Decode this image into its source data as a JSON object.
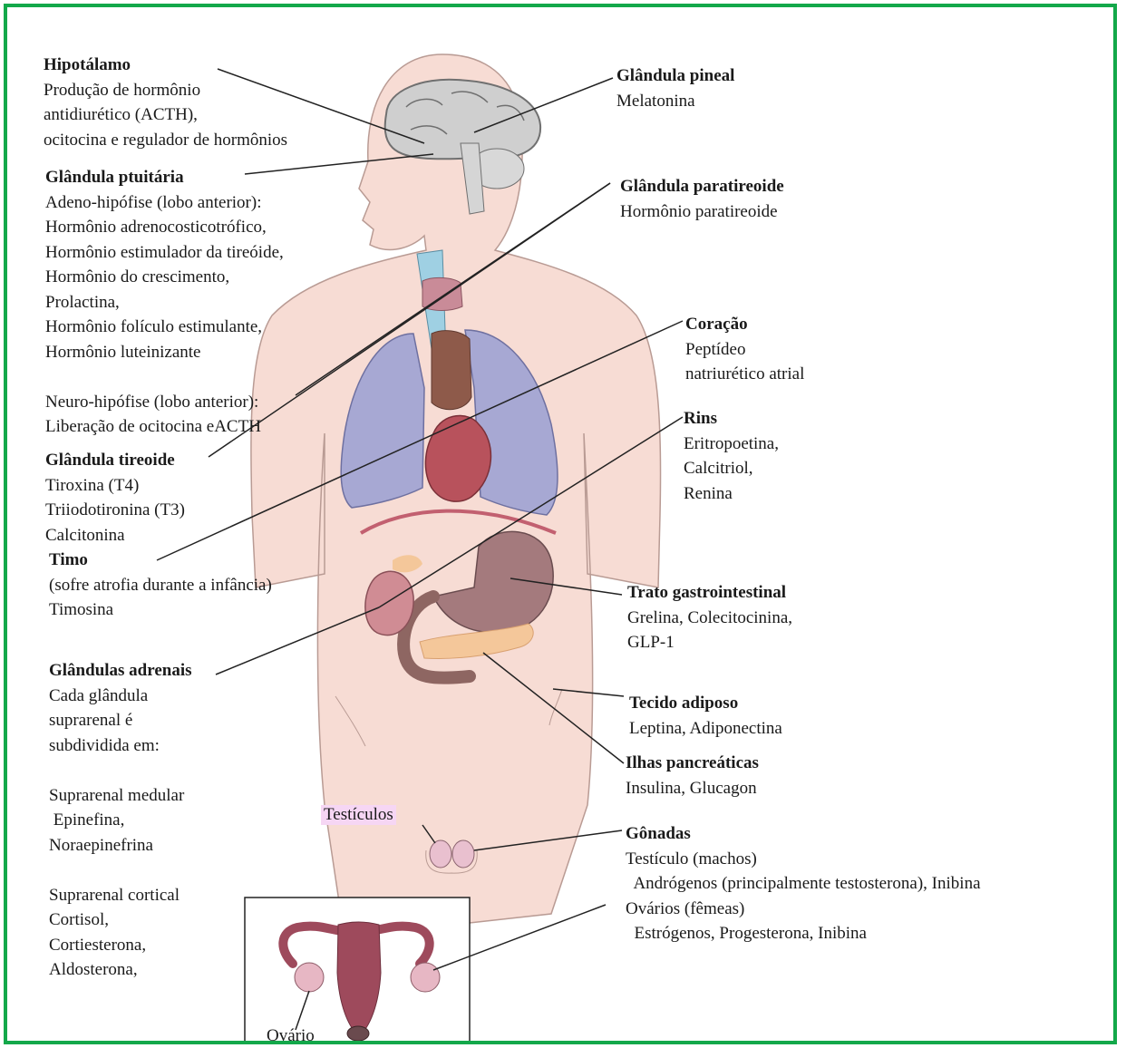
{
  "frame_color": "#13a84a",
  "colors": {
    "skin": "#f7dcd4",
    "skin_outline": "#b99b94",
    "lung": "#a7a8d3",
    "heart": "#b8525c",
    "thyroid": "#8e5a4a",
    "stomach": "#a47a7d",
    "intestine": "#8e6662",
    "pancreas": "#f4c79a",
    "kidney": "#d08c94",
    "trachea": "#9fd0e3",
    "larynx": "#c98b98",
    "brain": "#c9c9c9",
    "uterus": "#9e4a5c"
  },
  "left_blocks": [
    {
      "title": "Hipotálamo",
      "lines": [
        "Produção de hormônio",
        "antidiurético (ACTH),",
        "ocitocina e regulador de hormônios"
      ]
    },
    {
      "title": "Glândula ptuitária",
      "lines": [
        "Adeno-hipófise (lobo anterior):",
        "Hormônio adrenocosticotrófico,",
        "Hormônio estimulador da tireóide,",
        "Hormônio do crescimento,",
        "Prolactina,",
        "Hormônio folículo estimulante,",
        "Hormônio luteinizante",
        "",
        "Neuro-hipófise (lobo anterior):",
        "Liberação de ocitocina eACTH"
      ]
    },
    {
      "title": "Glândula tireoide",
      "lines": [
        "Tiroxina (T4)",
        "Triiodotironina (T3)",
        "Calcitonina"
      ]
    },
    {
      "title": "Timo",
      "lines": [
        "(sofre atrofia durante a infância)",
        "Timosina"
      ]
    },
    {
      "title": "Glândulas adrenais",
      "lines": [
        "Cada glândula",
        "suprarenal é",
        "subdividida em:",
        "",
        "Suprarenal medular",
        " Epinefina,",
        "Noraepinefrina",
        "",
        "Suprarenal cortical",
        "Cortisol,",
        "Cortiesterona,",
        "Aldosterona,"
      ]
    }
  ],
  "right_blocks": [
    {
      "title": "Glândula pineal",
      "lines": [
        "Melatonina"
      ]
    },
    {
      "title": "Glândula paratireoide",
      "lines": [
        "Hormônio paratireoide"
      ]
    },
    {
      "title": "Coração",
      "lines": [
        "Peptídeo",
        "natriurético atrial"
      ]
    },
    {
      "title": "Rins",
      "lines": [
        "Eritropoetina,",
        "Calcitriol,",
        "Renina"
      ]
    },
    {
      "title": "Trato gastrointestinal",
      "lines": [
        "Grelina, Colecitocinina,",
        "GLP-1"
      ]
    },
    {
      "title": "Tecido adiposo",
      "lines": [
        "Leptina, Adiponectina"
      ]
    },
    {
      "title": "Ilhas pancreáticas",
      "lines": [
        "Insulina, Glucagon"
      ]
    },
    {
      "title": "Gônadas",
      "lines": [
        "Testículo (machos)",
        "  Andrógenos (principalmente testosterona), Inibina",
        "Ovários (fêmeas)",
        "  Estrógenos, Progesterona, Inibina"
      ]
    }
  ],
  "testis_label": "Testículos",
  "ovary_label": "Ovário"
}
